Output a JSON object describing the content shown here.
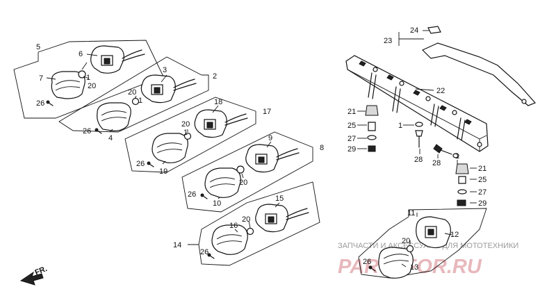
{
  "diagram": {
    "labels": [
      {
        "id": "p5",
        "text": "5"
      },
      {
        "id": "p6",
        "text": "6"
      },
      {
        "id": "p7",
        "text": "7"
      },
      {
        "id": "p1a",
        "text": "1"
      },
      {
        "id": "p20a",
        "text": "20"
      },
      {
        "id": "p26a",
        "text": "26"
      },
      {
        "id": "p2",
        "text": "2"
      },
      {
        "id": "p3",
        "text": "3"
      },
      {
        "id": "p20b",
        "text": "20"
      },
      {
        "id": "p1b",
        "text": "1"
      },
      {
        "id": "p26b",
        "text": "26"
      },
      {
        "id": "p4",
        "text": "4"
      },
      {
        "id": "p17",
        "text": "17"
      },
      {
        "id": "p18",
        "text": "18"
      },
      {
        "id": "p20c",
        "text": "20"
      },
      {
        "id": "p1c",
        "text": "1"
      },
      {
        "id": "p26c",
        "text": "26"
      },
      {
        "id": "p19",
        "text": "19"
      },
      {
        "id": "p8",
        "text": "8"
      },
      {
        "id": "p9",
        "text": "9"
      },
      {
        "id": "p20d",
        "text": "20"
      },
      {
        "id": "p26d",
        "text": "26"
      },
      {
        "id": "p10",
        "text": "10"
      },
      {
        "id": "p14",
        "text": "14"
      },
      {
        "id": "p15",
        "text": "15"
      },
      {
        "id": "p16",
        "text": "16"
      },
      {
        "id": "p20e",
        "text": "20"
      },
      {
        "id": "p26e",
        "text": "26"
      },
      {
        "id": "p23",
        "text": "23"
      },
      {
        "id": "p24",
        "text": "24"
      },
      {
        "id": "p22",
        "text": "22"
      },
      {
        "id": "p21a",
        "text": "21"
      },
      {
        "id": "p25a",
        "text": "25"
      },
      {
        "id": "p27a",
        "text": "27"
      },
      {
        "id": "p29a",
        "text": "29"
      },
      {
        "id": "p1d",
        "text": "1"
      },
      {
        "id": "p28a",
        "text": "28"
      },
      {
        "id": "p28b",
        "text": "28"
      },
      {
        "id": "p1e",
        "text": "1"
      },
      {
        "id": "p21b",
        "text": "21"
      },
      {
        "id": "p25b",
        "text": "25"
      },
      {
        "id": "p27b",
        "text": "27"
      },
      {
        "id": "p29b",
        "text": "29"
      },
      {
        "id": "p11",
        "text": "11"
      },
      {
        "id": "p12",
        "text": "12"
      },
      {
        "id": "p20f",
        "text": "20"
      },
      {
        "id": "p26f",
        "text": "26"
      },
      {
        "id": "p13",
        "text": "13"
      }
    ],
    "direction_label": "FR.",
    "watermark_small": "ЗАПЧАСТИ И АКСЕССУАРЫ ДЛЯ МОТОТЕХНИКИ",
    "watermark_large": "PARTSFOR.RU"
  }
}
